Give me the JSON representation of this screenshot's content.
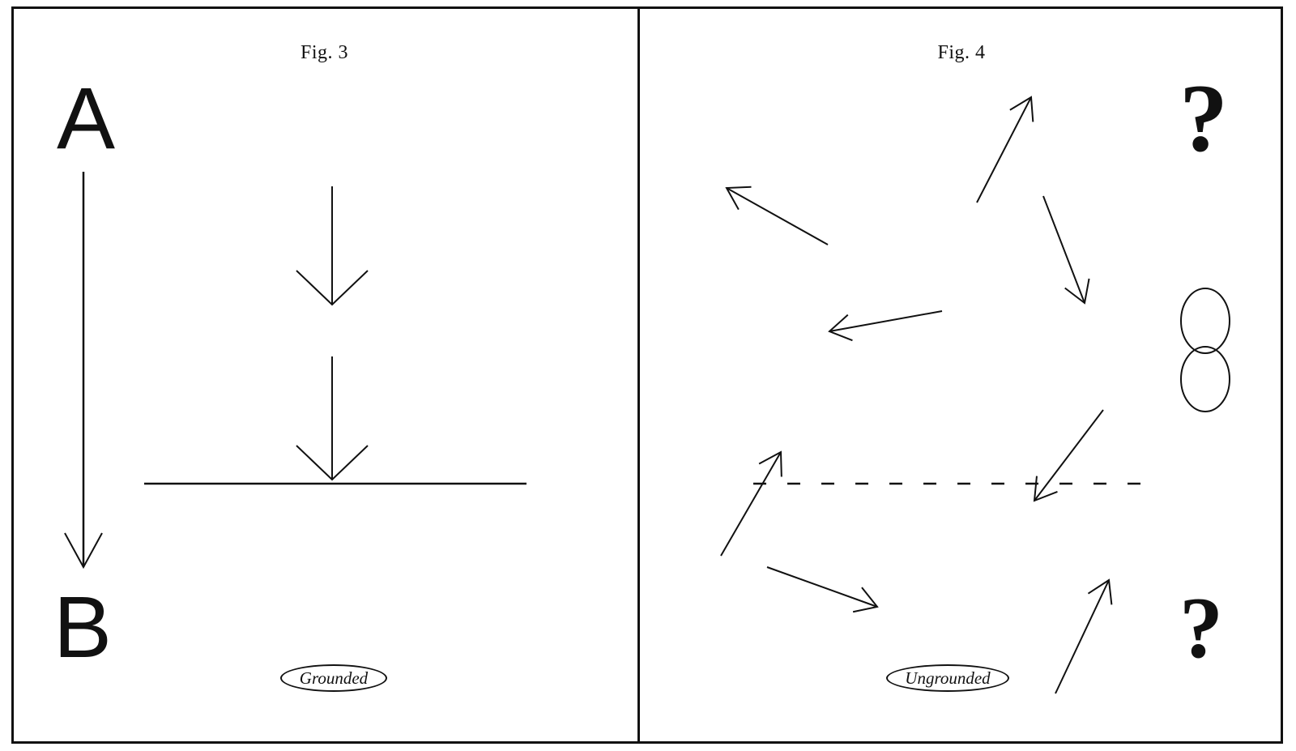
{
  "colors": {
    "ink": "#111111",
    "background": "#ffffff"
  },
  "figure_left": {
    "title": "Fig. 3",
    "label_top": "A",
    "label_bottom": "B",
    "badge_label": "Grounded"
  },
  "figure_right": {
    "title": "Fig. 4",
    "question_top": "?",
    "question_bottom": "?",
    "badge_label": "Ungrounded"
  }
}
